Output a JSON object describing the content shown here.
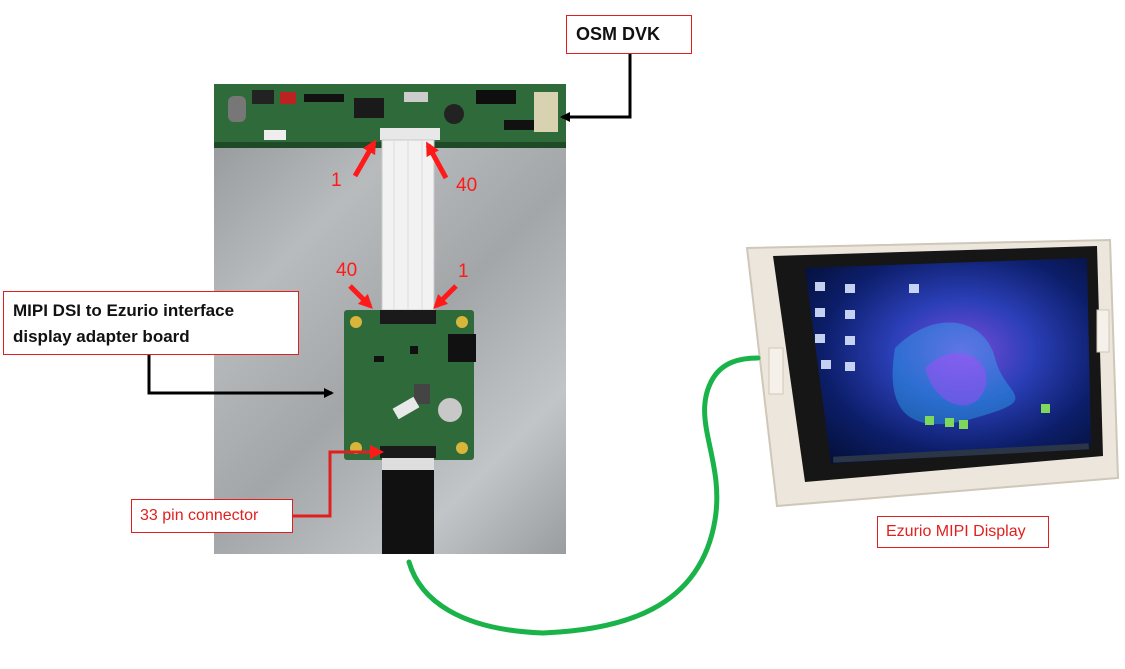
{
  "labels": {
    "osm_dvk": "OSM DVK",
    "mipi_line1": "MIPI DSI to Ezurio interface",
    "mipi_line2": "display adapter board",
    "pin_connector": "33 pin connector",
    "ezurio_display": "Ezurio MIPI Display"
  },
  "pins": {
    "top_left": "1",
    "top_right": "40",
    "adapter_left": "40",
    "adapter_right": "1"
  },
  "colors": {
    "arrow_red": "#ff1a1a",
    "callout_border": "#e02020",
    "pointer_black": "#000000",
    "cable_green": "#19b34a",
    "pcb_green": "#2f6b3a"
  }
}
